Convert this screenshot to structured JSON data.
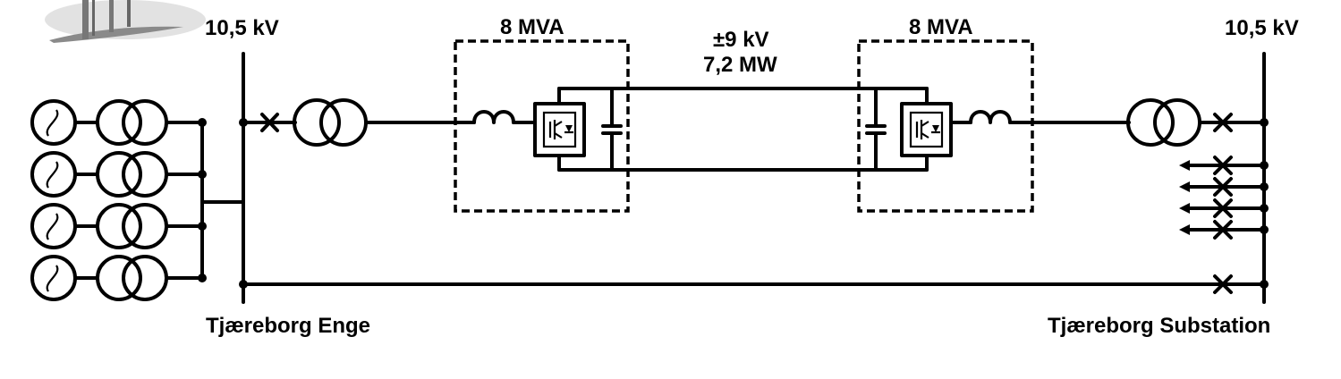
{
  "labels": {
    "left_voltage": "10,5 kV",
    "right_voltage": "10,5 kV",
    "left_converter_rating": "8 MVA",
    "right_converter_rating": "8 MVA",
    "dc_voltage": "±9 kV",
    "dc_power": "7,2 MW",
    "left_station": "Tjæreborg Enge",
    "right_station": "Tjæreborg Substation"
  },
  "colors": {
    "line": "#000000",
    "background": "#ffffff",
    "turbine_gray": "#8a8a8a"
  },
  "icons": {
    "generator": "generator-icon",
    "transformer": "transformer-icon",
    "breaker": "breaker-cross-icon",
    "converter": "vsc-converter-icon",
    "reactor": "reactor-coil-icon",
    "capacitor": "capacitor-icon",
    "turbine": "wind-turbine-icon"
  }
}
